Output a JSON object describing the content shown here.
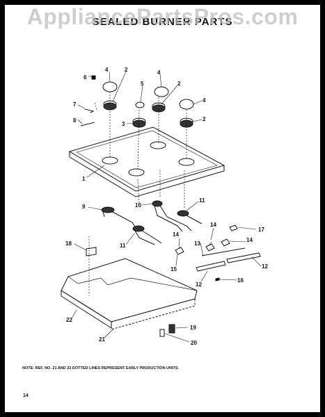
{
  "watermark": "AppliancePartsPros.com",
  "title": "SEALED BURNER PARTS",
  "note": "NOTE: REF. NO. 21 AND 22 DOTTED LINES REPRESENT EARLY PRODUCTION UNITS.",
  "page_number": "14",
  "callouts": [
    "1",
    "2",
    "3",
    "4",
    "5",
    "6",
    "7",
    "8",
    "9",
    "10",
    "11",
    "12",
    "13",
    "14",
    "15",
    "16",
    "17",
    "18",
    "19",
    "20",
    "21",
    "22"
  ]
}
